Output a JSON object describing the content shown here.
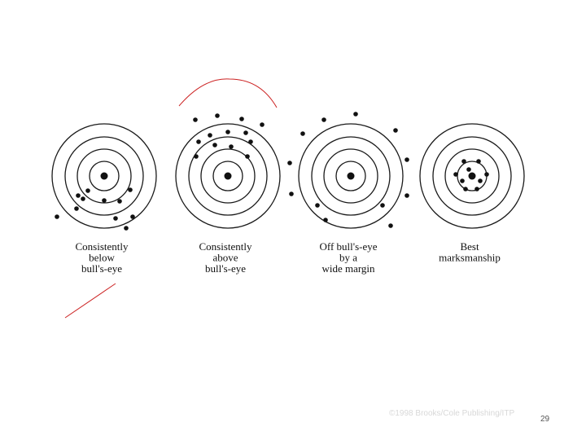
{
  "colors": {
    "ring": "#1a1a1a",
    "dot": "#111111",
    "annotation": "#cc2222",
    "watermark": "#d8d8d8"
  },
  "targets": [
    {
      "caption": [
        "Consistently",
        "below",
        "bull's-eye"
      ]
    },
    {
      "caption": [
        "Consistently",
        "above",
        "bull's-eye"
      ]
    },
    {
      "caption": [
        "Off bull's-eye",
        "by a",
        "wide margin"
      ]
    },
    {
      "caption": [
        "Best",
        "marksmanship"
      ]
    }
  ],
  "footer": {
    "copyright": "©1998 Brooks/Cole Publishing/ITP",
    "slide_number": "29"
  }
}
